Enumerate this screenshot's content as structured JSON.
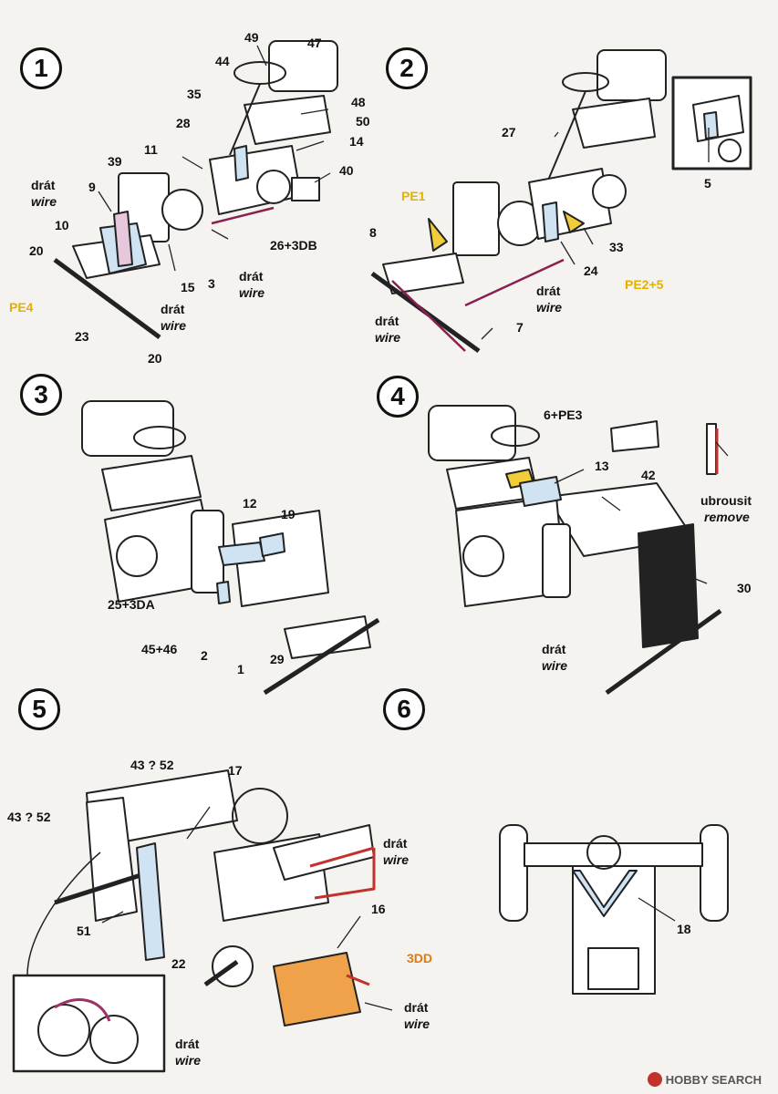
{
  "steps": [
    {
      "num": "1"
    },
    {
      "num": "2"
    },
    {
      "num": "3"
    },
    {
      "num": "4"
    },
    {
      "num": "5"
    },
    {
      "num": "6"
    }
  ],
  "words": {
    "drat": "drát",
    "wire": "wire",
    "ubrousit": "ubrousit",
    "remove": "remove"
  },
  "step1": {
    "parts": [
      "49",
      "47",
      "44",
      "35",
      "48",
      "50",
      "28",
      "14",
      "11",
      "39",
      "40",
      "9",
      "10",
      "20",
      "15",
      "3",
      "26+",
      "3DB",
      "PE4",
      "23",
      "20"
    ]
  },
  "step2": {
    "parts": [
      "27",
      "5",
      "PE1",
      "8",
      "33",
      "24",
      "PE2+5",
      "7"
    ]
  },
  "step3": {
    "parts": [
      "12",
      "19",
      "25+",
      "3DA",
      "45+46",
      "2",
      "29",
      "1"
    ]
  },
  "step4": {
    "parts": [
      "6+",
      "PE3",
      "13",
      "42",
      "30"
    ]
  },
  "step5": {
    "parts": [
      "43 ? 52",
      "17",
      "43 ? 52",
      "51",
      "16",
      "3DD",
      "22"
    ]
  },
  "step6": {
    "parts": [
      "18"
    ]
  },
  "watermark": "HOBBY SEARCH"
}
